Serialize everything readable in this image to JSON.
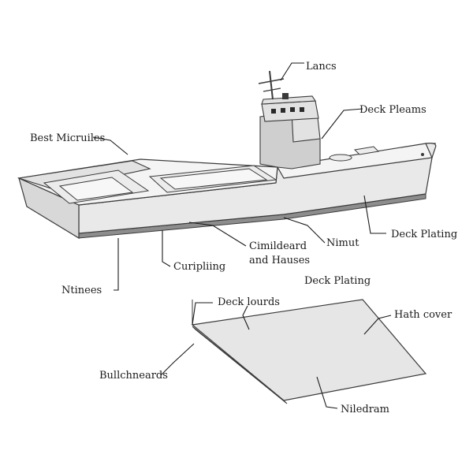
{
  "labels": {
    "lancs": "Lancs",
    "deck_pleams": "Deck Pleams",
    "best_micruiles": "Best Micruiles",
    "nimut": "Nimut",
    "deck_plating_right": "Deck Plating",
    "cimildeard_line1": "Cimildeard",
    "cimildeard_line2": "and Hauses",
    "curipliing": "Curipliing",
    "ntinees": "Ntinees",
    "deck_plating_center": "Deck Plating",
    "deck_lourds": "Deck lourds",
    "hath_cover": "Hath cover",
    "bullchneards": "Bullchneards",
    "niledram": "Niledram"
  }
}
